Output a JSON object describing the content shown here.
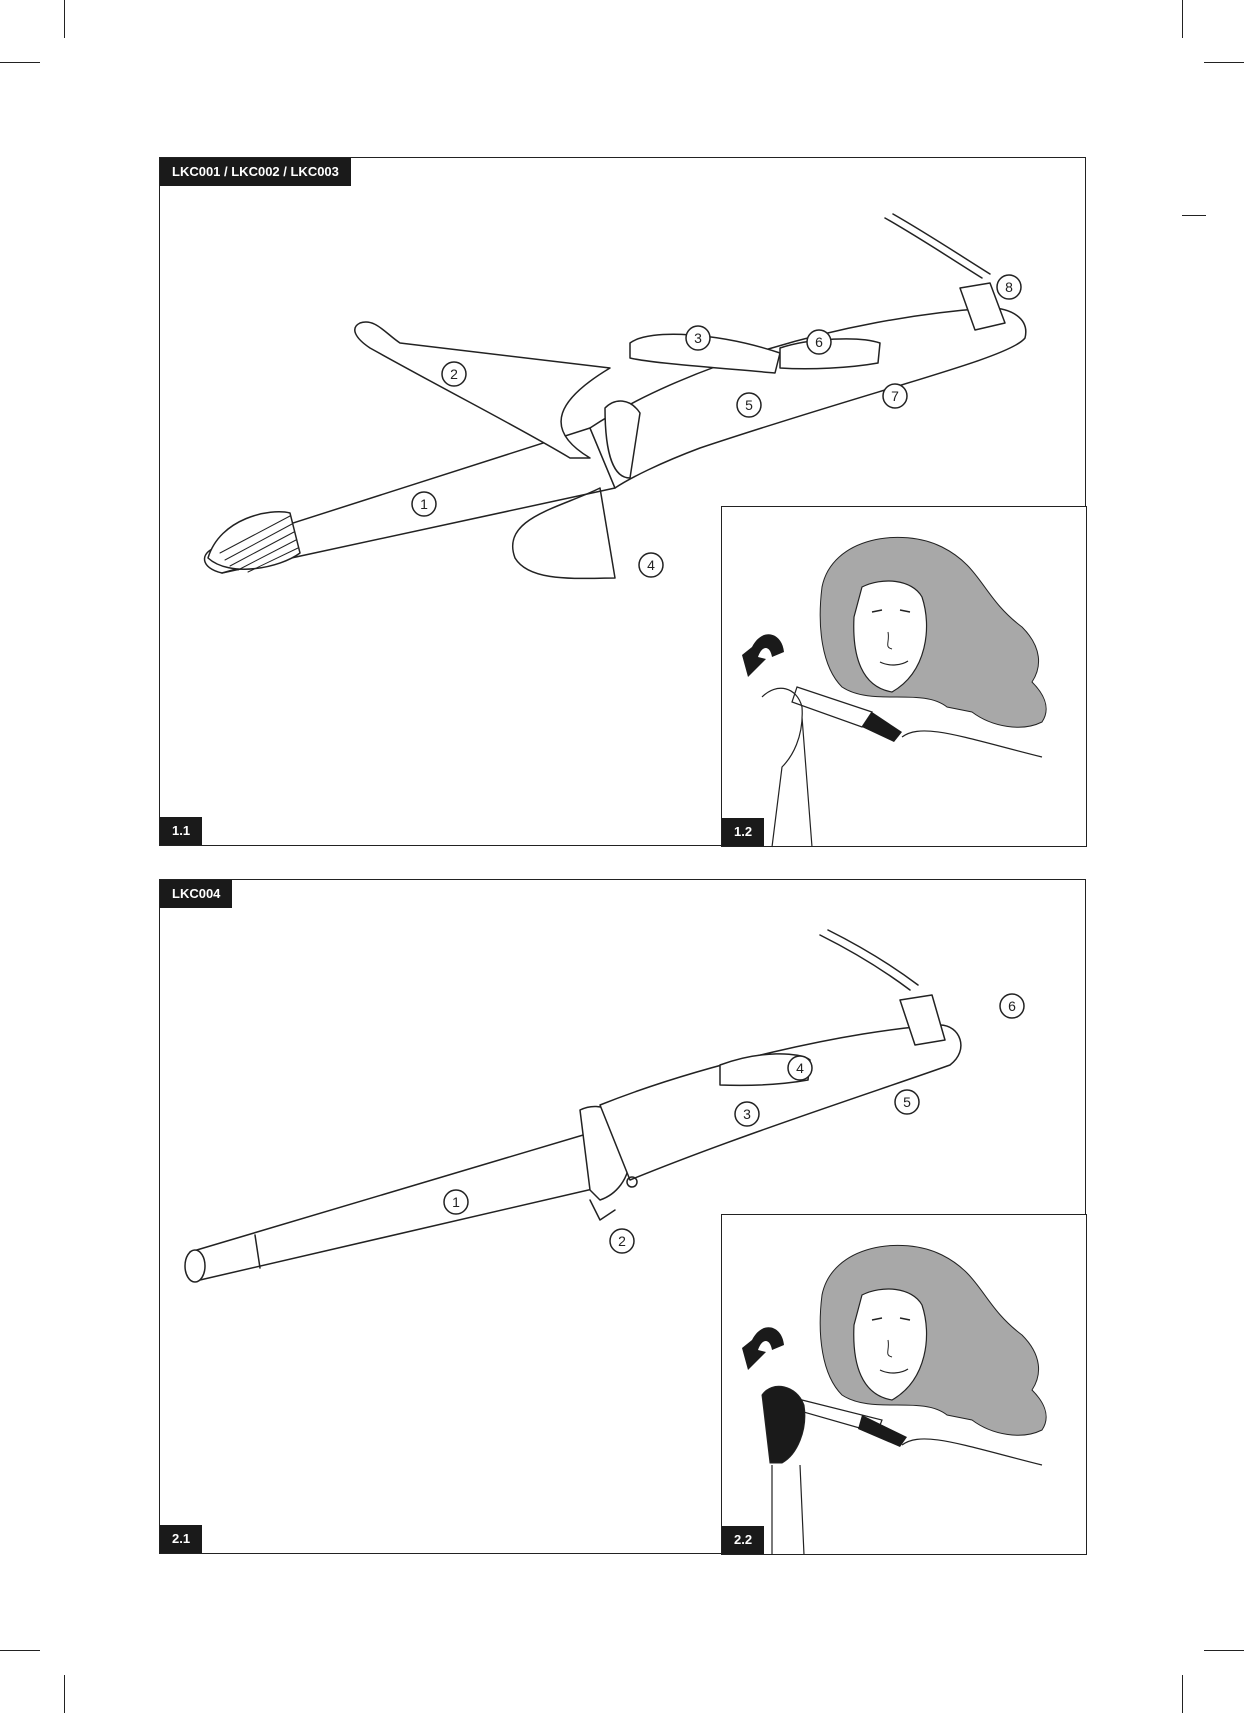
{
  "figure1": {
    "model_label": "LKC001 / LKC002 / LKC003",
    "sub_a_label": "1.1",
    "sub_b_label": "1.2",
    "callouts": [
      "1",
      "2",
      "3",
      "4",
      "5",
      "6",
      "7",
      "8"
    ]
  },
  "figure2": {
    "model_label": "LKC004",
    "sub_a_label": "2.1",
    "sub_b_label": "2.2",
    "callouts": [
      "1",
      "2",
      "3",
      "4",
      "5",
      "6"
    ]
  },
  "colors": {
    "ink": "#222222",
    "hair": "#a8a8a8",
    "label_bg": "#1a1a1a",
    "label_text": "#ffffff"
  }
}
